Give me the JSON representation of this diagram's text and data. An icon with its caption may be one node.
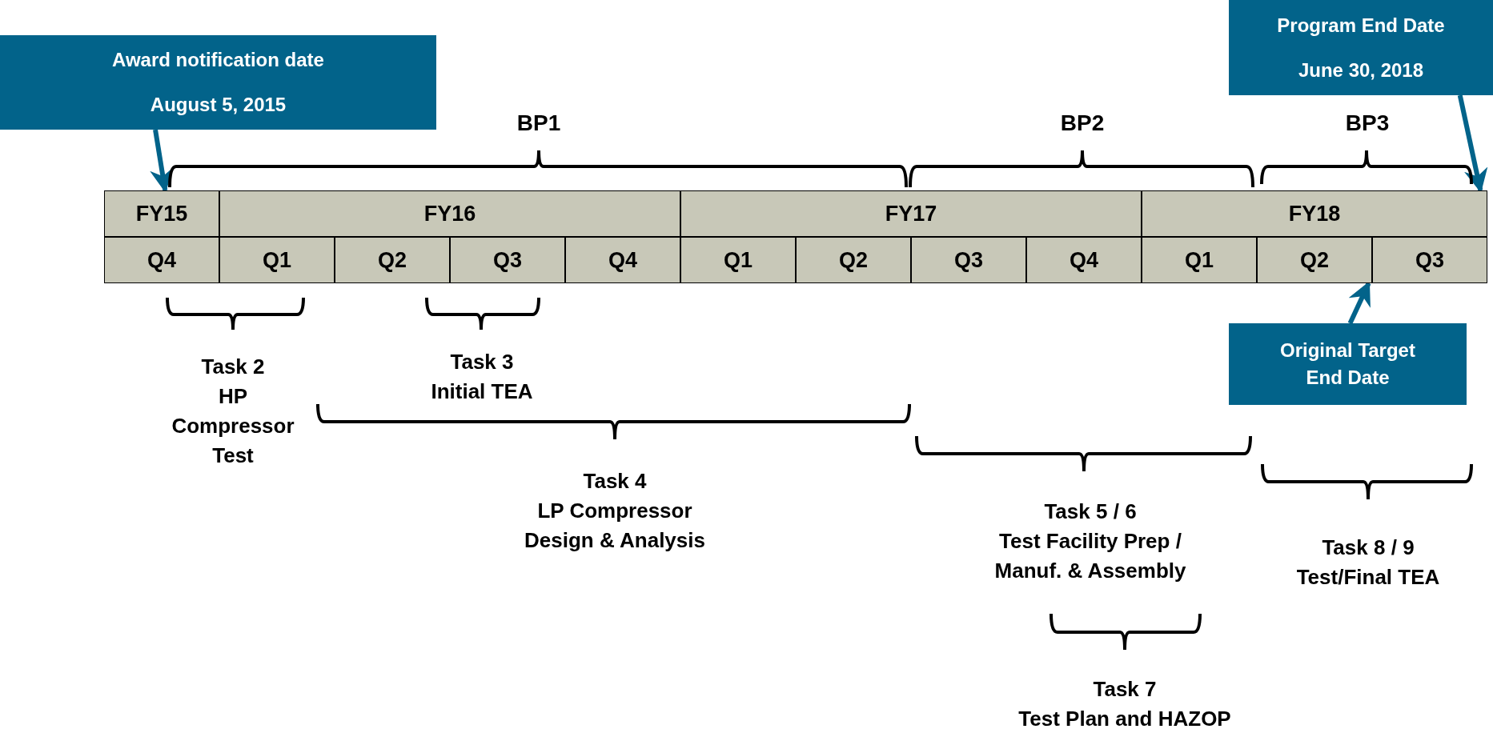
{
  "diagram": {
    "nodes": [
      {
        "text": [
          "Award notification date",
          "August 5, 2015"
        ]
      },
      {
        "text": [
          "Program End Date",
          "June 30, 2018"
        ]
      },
      {
        "text": [
          "FY15"
        ]
      },
      {
        "text": [
          "FY16"
        ]
      },
      {
        "text": [
          "FY17"
        ]
      },
      {
        "text": [
          "FY18"
        ]
      },
      {
        "text": [
          "Q4"
        ]
      },
      {
        "text": [
          "Q1"
        ]
      },
      {
        "text": [
          "Q2"
        ]
      },
      {
        "text": [
          "Q3"
        ]
      },
      {
        "text": [
          "Q4"
        ]
      },
      {
        "text": [
          "Q1"
        ]
      },
      {
        "text": [
          "Q2"
        ]
      },
      {
        "text": [
          "Q3"
        ]
      },
      {
        "text": [
          "Q4"
        ]
      },
      {
        "text": [
          "Q1"
        ]
      },
      {
        "text": [
          "Q2"
        ]
      },
      {
        "text": [
          "Q3"
        ]
      },
      {
        "text": [
          "Original Target End Date"
        ]
      }
    ],
    "edges": [
      {
        "from": 0,
        "to": 2,
        "arrow": "to"
      },
      {
        "from": 1,
        "to": 5,
        "arrow": "to"
      },
      {
        "from": 18,
        "to": 16,
        "arrow": "to"
      }
    ],
    "labels": [
      "BP1",
      "BP2",
      "BP3",
      "Task 2 HP Compressor Test",
      "Task 3 Initial TEA",
      "Task 4 LP Compressor Design & Analysis",
      "Task 5 / 6 Test Facility Prep / Manuf. & Assembly",
      "Task 8 / 9 Test/Final TEA",
      "Task 7 Test Plan and HAZOP"
    ]
  }
}
